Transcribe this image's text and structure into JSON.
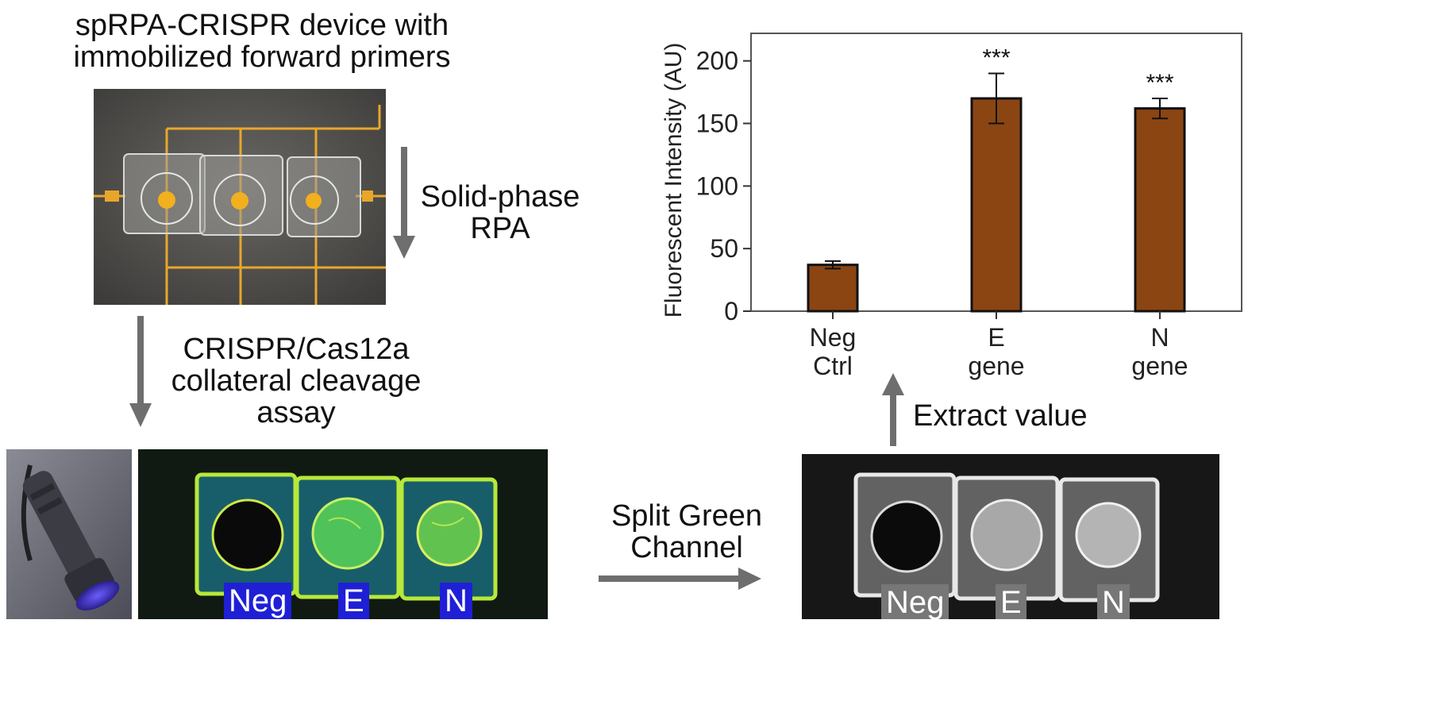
{
  "top_caption": {
    "line1": "spRPA-CRISPR device with",
    "line2": "immobilized forward primers"
  },
  "step_solid_phase": {
    "line1": "Solid-phase",
    "line2": "RPA"
  },
  "step_crispr": {
    "line1": "CRISPR/Cas12a",
    "line2": "collateral cleavage",
    "line3": "assay"
  },
  "step_split": {
    "line1": "Split Green",
    "line2": "Channel"
  },
  "step_extract": "Extract value",
  "color_labels": [
    "Neg",
    "E",
    "N"
  ],
  "gray_labels": [
    "Neg",
    "E",
    "N"
  ],
  "colors": {
    "bar_fill": "#8B4513",
    "arrow": "#6e6e6e",
    "label_bg_color": "#1f1fd6",
    "label_bg_gray": "#777777"
  },
  "chart_data": {
    "type": "bar",
    "categories": [
      "Neg\nCtrl",
      "E\ngene",
      "N\ngene"
    ],
    "category_lines": [
      [
        "Neg",
        "Ctrl"
      ],
      [
        "E",
        "gene"
      ],
      [
        "N",
        "gene"
      ]
    ],
    "values": [
      37,
      170,
      162
    ],
    "errors": [
      3,
      20,
      8
    ],
    "annotations": [
      "",
      "***",
      "***"
    ],
    "ylabel": "Fluorescent Intensity (AU)",
    "xlabel": "",
    "ylim": [
      0,
      222
    ],
    "yticks": [
      0,
      50,
      100,
      150,
      200
    ],
    "grid": false
  }
}
